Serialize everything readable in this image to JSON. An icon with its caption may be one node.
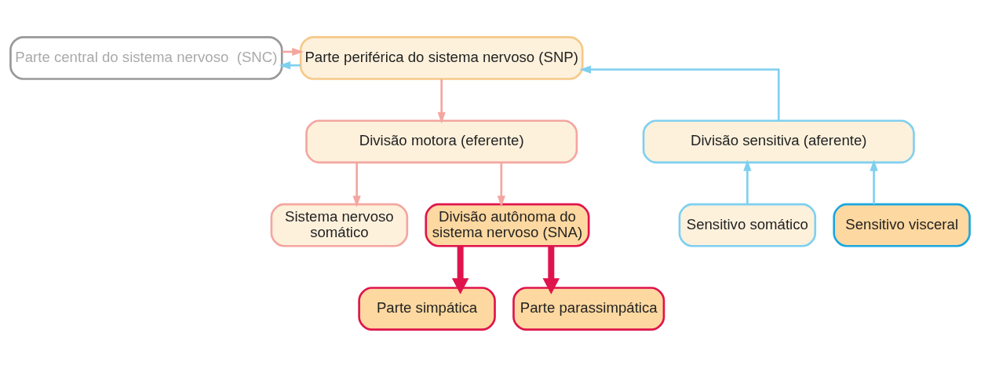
{
  "diagram": {
    "nodes": [
      {
        "text": [
          "Parte central do sistema nervoso  (SNC)"
        ]
      },
      {
        "text": [
          "Parte periférica do sistema nervoso (SNP)"
        ]
      },
      {
        "text": [
          "Divisão sensitiva (aferente)"
        ]
      },
      {
        "text": [
          "Divisão motora (eferente)"
        ]
      },
      {
        "text": [
          "Sensitivo somático"
        ]
      },
      {
        "text": [
          "Sensitivo visceral"
        ]
      },
      {
        "text": [
          "Sistema nervoso somático"
        ]
      },
      {
        "text": [
          "Divisão autônoma do sistema nervoso (SNA)"
        ]
      },
      {
        "text": [
          "Parte simpática"
        ]
      },
      {
        "text": [
          "Parte parassimpática"
        ]
      }
    ],
    "edges": [
      {
        "from": 1,
        "to": 0,
        "arrow": "to",
        "color": "#7fd0f0"
      },
      {
        "from": 0,
        "to": 1,
        "arrow": "to",
        "color": "#f4a6a0"
      },
      {
        "from": 2,
        "to": 1,
        "arrow": "to",
        "color": "#7fd0f0"
      },
      {
        "from": 1,
        "to": 3,
        "arrow": "to",
        "color": "#f4a6a0"
      },
      {
        "from": 4,
        "to": 2,
        "arrow": "to",
        "color": "#7fd0f0"
      },
      {
        "from": 5,
        "to": 2,
        "arrow": "to",
        "color": "#7fd0f0"
      },
      {
        "from": 3,
        "to": 6,
        "arrow": "to",
        "color": "#f4a6a0"
      },
      {
        "from": 3,
        "to": 7,
        "arrow": "to",
        "color": "#f4a6a0"
      },
      {
        "from": 7,
        "to": 8,
        "arrow": "to",
        "style": "thick",
        "color": "#e0144c"
      },
      {
        "from": 7,
        "to": 9,
        "arrow": "to",
        "style": "thick",
        "color": "#e0144c"
      }
    ]
  }
}
